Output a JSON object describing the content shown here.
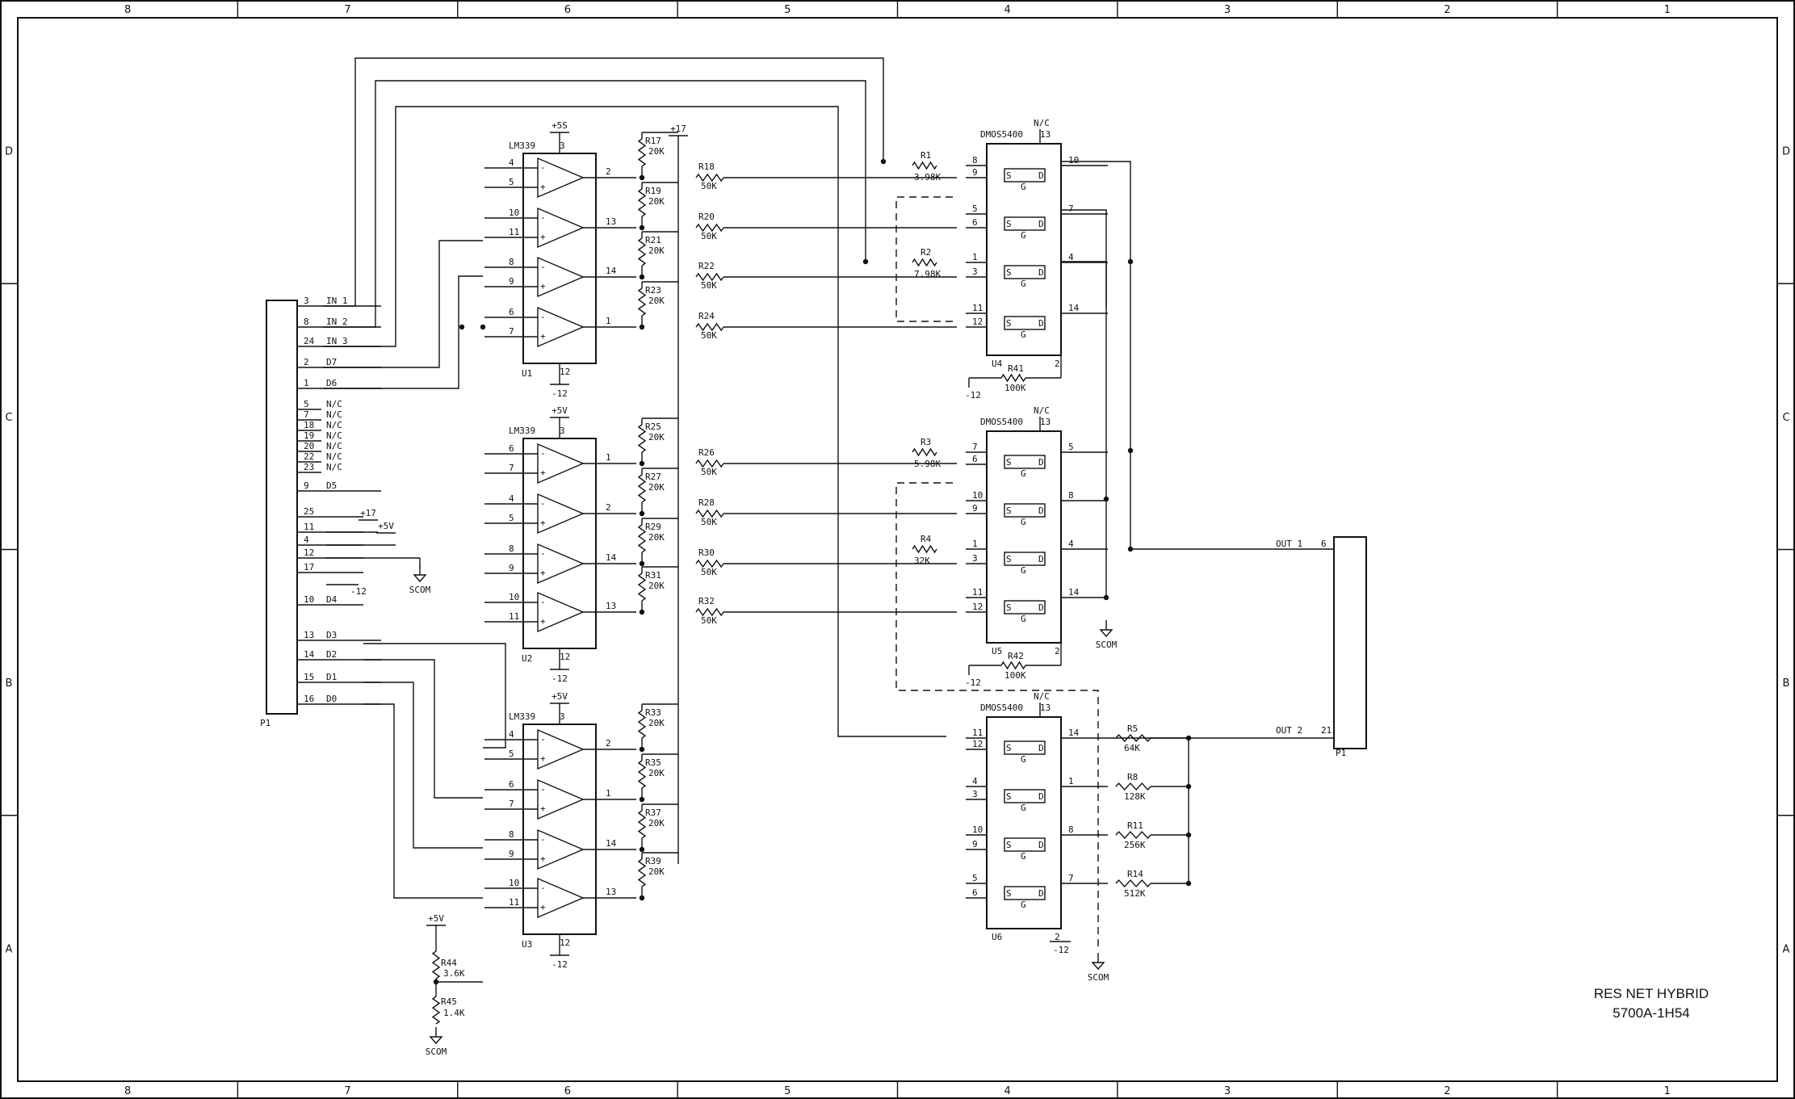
{
  "title_block": {
    "title": "RES NET HYBRID",
    "number": "5700A-1H54"
  },
  "zones": {
    "cols": [
      "8",
      "7",
      "6",
      "5",
      "4",
      "3",
      "2",
      "1"
    ],
    "rows": [
      "D",
      "C",
      "B",
      "A"
    ]
  },
  "connector_p1_left": {
    "ref": "P1",
    "signals": [
      {
        "pin": "3",
        "name": "IN 1"
      },
      {
        "pin": "8",
        "name": "IN 2"
      },
      {
        "pin": "24",
        "name": "IN 3"
      },
      {
        "pin": "2",
        "name": "D7"
      },
      {
        "pin": "1",
        "name": "D6"
      },
      {
        "pin": "5",
        "name": "N/C"
      },
      {
        "pin": "7",
        "name": "N/C"
      },
      {
        "pin": "18",
        "name": "N/C"
      },
      {
        "pin": "19",
        "name": "N/C"
      },
      {
        "pin": "20",
        "name": "N/C"
      },
      {
        "pin": "22",
        "name": "N/C"
      },
      {
        "pin": "23",
        "name": "N/C"
      },
      {
        "pin": "9",
        "name": "D5"
      },
      {
        "pin": "25",
        "name": ""
      },
      {
        "pin": "11",
        "name": ""
      },
      {
        "pin": "4",
        "name": ""
      },
      {
        "pin": "12",
        "name": ""
      },
      {
        "pin": "17",
        "name": ""
      },
      {
        "pin": "10",
        "name": "D4"
      },
      {
        "pin": "13",
        "name": "D3"
      },
      {
        "pin": "14",
        "name": "D2"
      },
      {
        "pin": "15",
        "name": "D1"
      },
      {
        "pin": "16",
        "name": "D0"
      }
    ]
  },
  "power": {
    "p17": "+17",
    "p5": "+5V",
    "p5a": "+5V",
    "m12": "-12",
    "p5s": "+5S",
    "scom": "SCOM"
  },
  "comparators": [
    {
      "ref": "U1",
      "part": "LM339",
      "supply": "+5S",
      "pin_vcc": "3",
      "pin_gnd": "12",
      "neg": "-12",
      "gates": [
        {
          "in_a": "4",
          "in_b": "5",
          "out": "2"
        },
        {
          "in_a": "10",
          "in_b": "11",
          "out": "13"
        },
        {
          "in_a": "8",
          "in_b": "9",
          "out": "14"
        },
        {
          "in_a": "6",
          "in_b": "7",
          "out": "1"
        }
      ]
    },
    {
      "ref": "U2",
      "part": "LM339",
      "supply": "+5V",
      "pin_vcc": "3",
      "pin_gnd": "12",
      "neg": "-12",
      "gates": [
        {
          "in_a": "6",
          "in_b": "7",
          "out": "1"
        },
        {
          "in_a": "4",
          "in_b": "5",
          "out": "2"
        },
        {
          "in_a": "8",
          "in_b": "9",
          "out": "14"
        },
        {
          "in_a": "10",
          "in_b": "11",
          "out": "13"
        }
      ]
    },
    {
      "ref": "U3",
      "part": "LM339",
      "supply": "+5V",
      "pin_vcc": "3",
      "pin_gnd": "12",
      "neg": "-12",
      "gates": [
        {
          "in_a": "4",
          "in_b": "5",
          "out": "2"
        },
        {
          "in_a": "6",
          "in_b": "7",
          "out": "1"
        },
        {
          "in_a": "8",
          "in_b": "9",
          "out": "14"
        },
        {
          "in_a": "10",
          "in_b": "11",
          "out": "13"
        }
      ]
    }
  ],
  "pullups": [
    [
      "R17",
      "20K"
    ],
    [
      "R19",
      "20K"
    ],
    [
      "R21",
      "20K"
    ],
    [
      "R23",
      "20K"
    ],
    [
      "R25",
      "20K"
    ],
    [
      "R27",
      "20K"
    ],
    [
      "R29",
      "20K"
    ],
    [
      "R31",
      "20K"
    ],
    [
      "R33",
      "20K"
    ],
    [
      "R35",
      "20K"
    ],
    [
      "R37",
      "20K"
    ],
    [
      "R39",
      "20K"
    ]
  ],
  "series": [
    [
      "R18",
      "50K"
    ],
    [
      "R20",
      "50K"
    ],
    [
      "R22",
      "50K"
    ],
    [
      "R24",
      "50K"
    ],
    [
      "R26",
      "50K"
    ],
    [
      "R28",
      "50K"
    ],
    [
      "R30",
      "50K"
    ],
    [
      "R32",
      "50K"
    ]
  ],
  "switches": [
    {
      "ref": "U4",
      "part": "DMOS5400",
      "nc": "N/C",
      "top_pin": "13",
      "bot_pin": "2",
      "left_pins": [
        "8",
        "9",
        "5",
        "6",
        "1",
        "3",
        "11",
        "12"
      ],
      "right_pins": [
        "10",
        "7",
        "4",
        "14"
      ],
      "r_top": [
        "R1",
        "3.98K"
      ],
      "r_mid": [
        "R2",
        "7.98K"
      ],
      "r_bias": [
        "R41",
        "100K"
      ]
    },
    {
      "ref": "U5",
      "part": "DMOS5400",
      "nc": "N/C",
      "top_pin": "13",
      "bot_pin": "2",
      "left_pins": [
        "7",
        "6",
        "10",
        "9",
        "1",
        "3",
        "11",
        "12"
      ],
      "right_pins": [
        "5",
        "8",
        "4",
        "14"
      ],
      "r_top": [
        "R3",
        "5.98K"
      ],
      "r_mid": [
        "R4",
        "32K"
      ],
      "r_bias": [
        "R42",
        "100K"
      ]
    },
    {
      "ref": "U6",
      "part": "DMOS5400",
      "nc": "N/C",
      "top_pin": "13",
      "bot_pin": "2",
      "left_pins": [
        "11",
        "12",
        "4",
        "3",
        "10",
        "9",
        "5",
        "6"
      ],
      "right_pins": [
        "14",
        "1",
        "8",
        "7"
      ]
    }
  ],
  "output_resistors": [
    [
      "R5",
      "64K"
    ],
    [
      "R8",
      "128K"
    ],
    [
      "R11",
      "256K"
    ],
    [
      "R14",
      "512K"
    ]
  ],
  "connector_p1_right": {
    "ref": "P1",
    "out1_name": "OUT 1",
    "out1_pin": "6",
    "out2_name": "OUT 2",
    "out2_pin": "21"
  },
  "bias_divider": {
    "top": [
      "R44",
      "3.6K"
    ],
    "bottom": [
      "R45",
      "1.4K"
    ]
  },
  "gate_letters": {
    "s": "S",
    "d": "D",
    "g": "G"
  }
}
